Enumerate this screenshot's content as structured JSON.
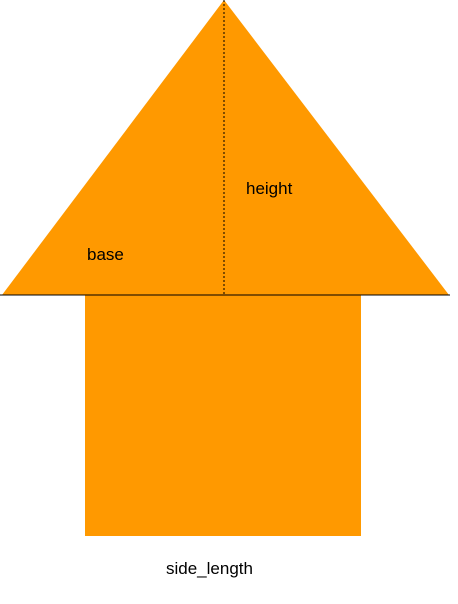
{
  "diagram": {
    "labels": {
      "height": "height",
      "base": "base",
      "side_length": "side_length"
    },
    "colors": {
      "shape_fill": "#FF9900",
      "line": "#000000",
      "background": "#FFFFFF"
    }
  }
}
